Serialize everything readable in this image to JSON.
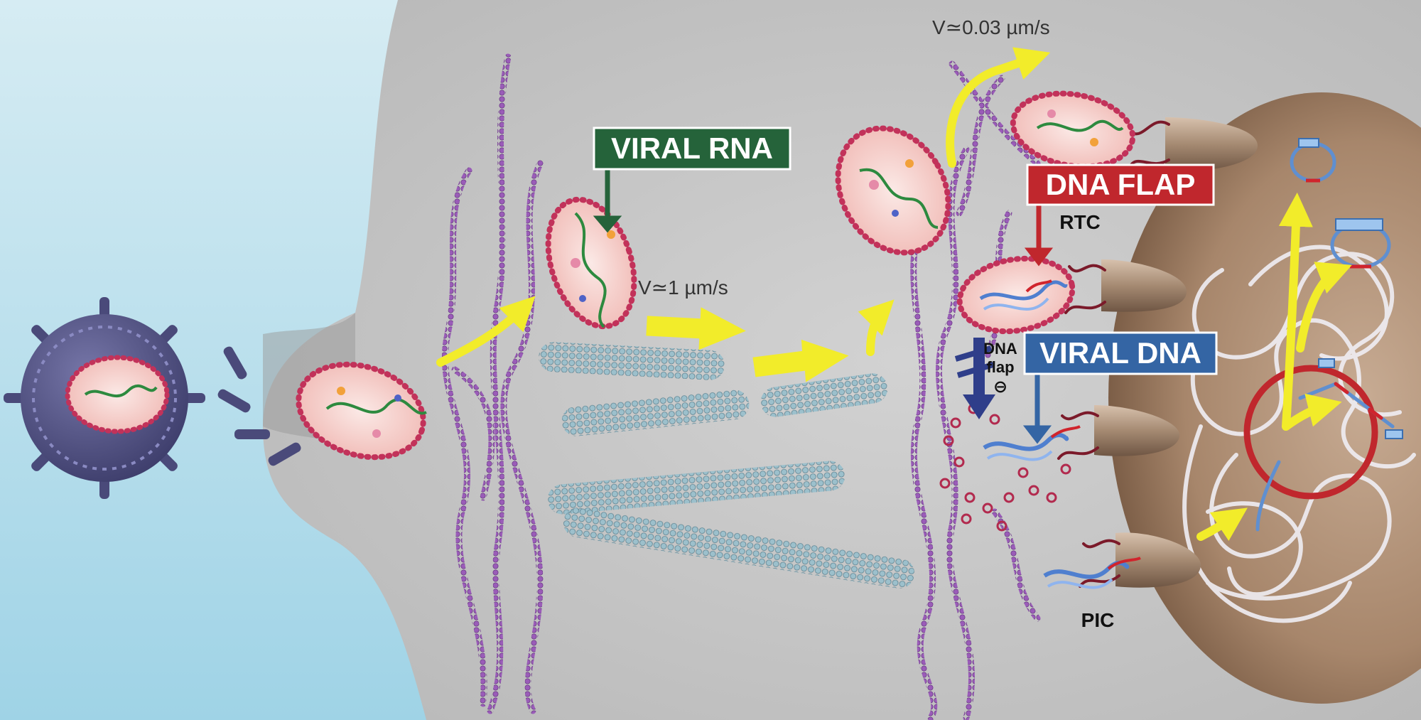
{
  "labels": {
    "viral_rna": "VIRAL RNA",
    "dna_flap": "DNA FLAP",
    "viral_dna": "VIRAL DNA",
    "rtc": "RTC",
    "pic": "PIC",
    "speed_fast": "V≃1 µm/s",
    "speed_slow": "V≃0.03 µm/s",
    "dna_flap_minus_line1": "DNA",
    "dna_flap_minus_line2": "flap",
    "minus_symbol": "⊖"
  },
  "colors": {
    "viral_rna_box": "#25633a",
    "dna_flap_box": "#c0272d",
    "viral_dna_box": "#3465a4",
    "arrow_yellow": "#f2ec2a",
    "actin": "#8a4fa8",
    "microtubule": "#7fa7b5",
    "virus_body": "#4a4a7a",
    "capsid_border": "#c2325a",
    "nucleus": "#8d6b52",
    "nuclear_pore": "#a0836c",
    "cytoplasm": "#c7c7c7"
  }
}
